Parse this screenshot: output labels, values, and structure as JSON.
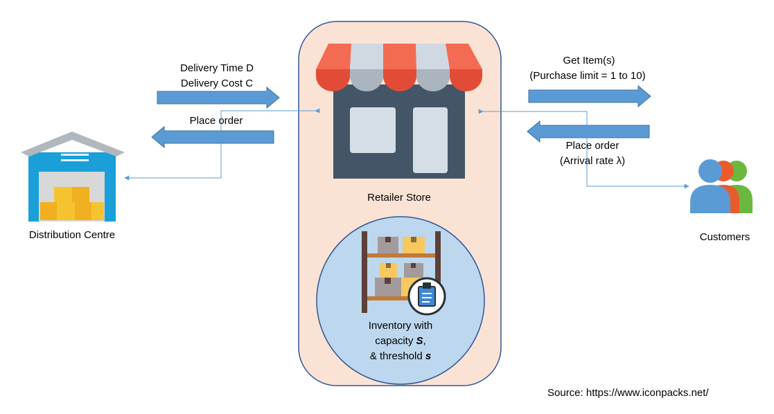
{
  "nodes": {
    "distribution_centre": "Distribution Centre",
    "retailer_store": "Retailer Store",
    "customers": "Customers"
  },
  "inventory": {
    "line1": "Inventory with",
    "line2_text": "capacity ",
    "line2_var": "S",
    "line2_suffix": ",",
    "line3_text": "& threshold ",
    "line3_var": "s"
  },
  "edges": {
    "delivery_time": "Delivery Time D",
    "delivery_cost": "Delivery Cost C",
    "place_order_left": "Place order",
    "get_items": "Get Item(s)",
    "purchase_limit": "(Purchase limit =  1 to 10)",
    "place_order_right": "Place order",
    "arrival_rate": "(Arrival rate λ)"
  },
  "source": "Source: https://www.iconpacks.net/",
  "icons": [
    "warehouse-icon",
    "store-icon",
    "inventory-shelf-icon",
    "clipboard-icon",
    "customers-icon"
  ],
  "colors": {
    "arrow_fill": "#5b9bd5",
    "arrow_stroke": "#41719c",
    "store_panel": "#fae3d4",
    "panel_border": "#2f5597",
    "inventory_circle": "#bdd7ee"
  }
}
